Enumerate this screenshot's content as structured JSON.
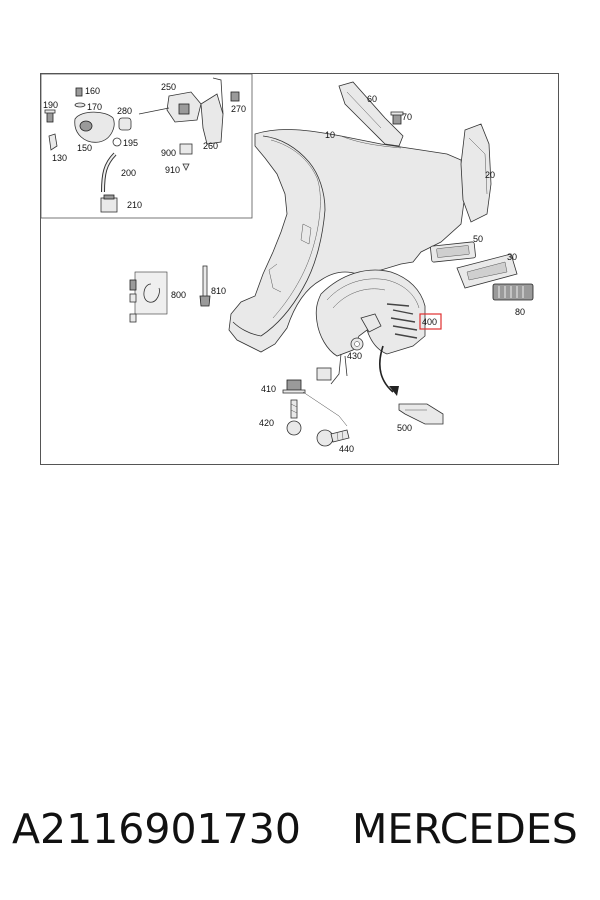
{
  "diagram": {
    "highlight_color": "#e03030",
    "highlighted_part": "400",
    "callouts": [
      "10",
      "20",
      "30",
      "50",
      "60",
      "70",
      "80",
      "130",
      "150",
      "160",
      "170",
      "190",
      "195",
      "200",
      "210",
      "250",
      "260",
      "270",
      "280",
      "400",
      "410",
      "420",
      "430",
      "440",
      "500",
      "800",
      "810",
      "900",
      "910"
    ]
  },
  "footer": {
    "part_number": "A2116901730",
    "brand": "MERCEDES"
  }
}
